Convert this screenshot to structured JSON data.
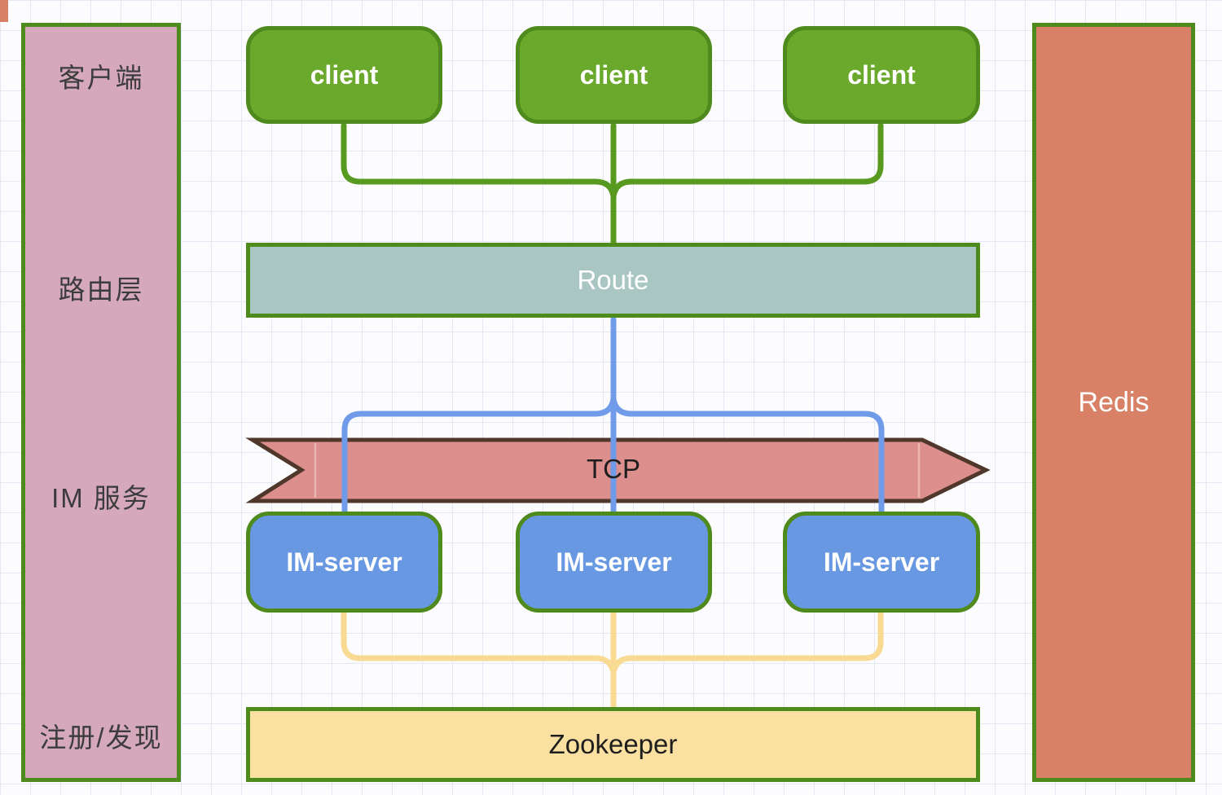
{
  "sidebar": {
    "labels": [
      "客户端",
      "路由层",
      "IM 服务",
      "注册/发现"
    ]
  },
  "clients": [
    "client",
    "client",
    "client"
  ],
  "route": {
    "label": "Route"
  },
  "tcp": {
    "label": "TCP"
  },
  "im_servers": [
    "IM-server",
    "IM-server",
    "IM-server"
  ],
  "zookeeper": {
    "label": "Zookeeper"
  },
  "redis": {
    "label": "Redis"
  },
  "colors": {
    "canvas_bg": "#fcfcfe",
    "grid_line": "#e4e7f4",
    "green_border": "#4e8a1c",
    "sidebar_fill": "#d5a9bb",
    "client_fill": "#6aa92c",
    "route_fill": "#a9c6c2",
    "tcp_fill": "#dd8f8d",
    "tcp_border": "#4f372b",
    "im_fill": "#6998e3",
    "zookeeper_fill": "#fbe1a1",
    "redis_fill": "#d98166",
    "line_green": "#579a1f",
    "line_blue": "#6f9be9",
    "line_yellow": "#f8da92",
    "text_light": "#ffffff",
    "text_dark": "#3c3c3c",
    "text_black": "#1e1e1e"
  }
}
